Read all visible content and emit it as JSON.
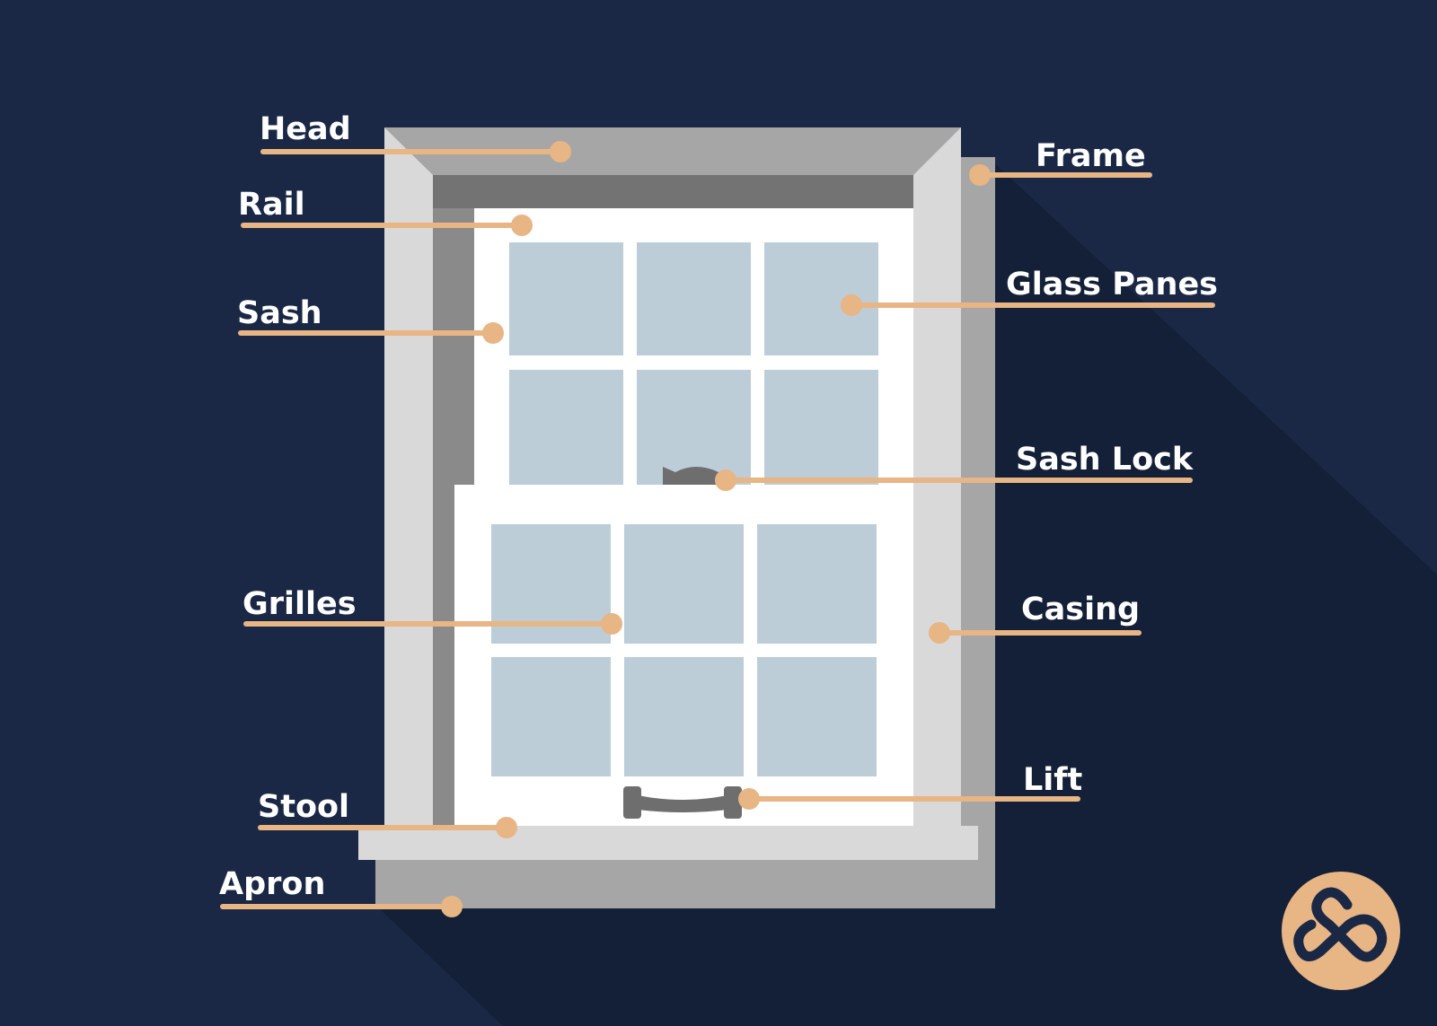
{
  "colors": {
    "background": "#1b2845",
    "shadow": "#142038",
    "leader": "#e8b584",
    "casing_light": "#d9d9d9",
    "casing_dark": "#a6a6a6",
    "jamb": "#8a8a8a",
    "head_inner": "#737373",
    "sash": "#ffffff",
    "glass": "#bccdd8",
    "hardware": "#6e6e6e",
    "logo_circle": "#e8b584",
    "logo_mark": "#1b2845"
  },
  "labels": [
    {
      "id": "head",
      "text": "Head"
    },
    {
      "id": "rail",
      "text": "Rail"
    },
    {
      "id": "sash",
      "text": "Sash"
    },
    {
      "id": "grilles",
      "text": "Grilles"
    },
    {
      "id": "stool",
      "text": "Stool"
    },
    {
      "id": "apron",
      "text": "Apron"
    },
    {
      "id": "frame",
      "text": "Frame"
    },
    {
      "id": "glass-panes",
      "text": "Glass Panes"
    },
    {
      "id": "sash-lock",
      "text": "Sash Lock"
    },
    {
      "id": "casing",
      "text": "Casing"
    },
    {
      "id": "lift",
      "text": "Lift"
    }
  ],
  "logo": {
    "icon": "brand-logo-icon"
  }
}
